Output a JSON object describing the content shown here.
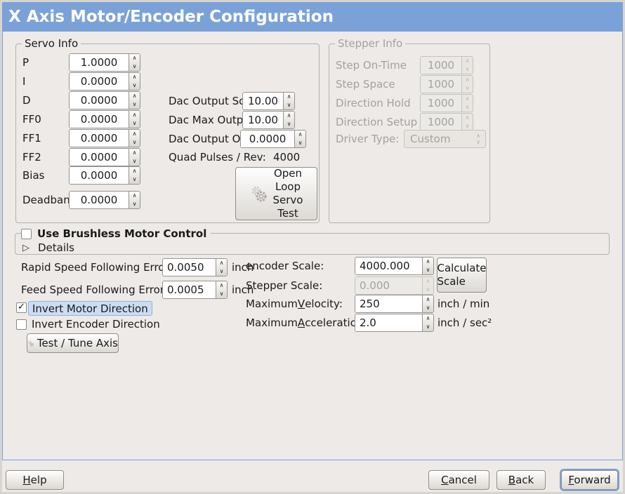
{
  "titlebar": {
    "title": "X Axis Motor/Encoder Configuration"
  },
  "servo": {
    "legend": "Servo Info",
    "rows": [
      {
        "label": "P",
        "value": "1.0000"
      },
      {
        "label": "I",
        "value": "0.0000"
      },
      {
        "label": "D",
        "value": "0.0000"
      },
      {
        "label": "FF0",
        "value": "0.0000"
      },
      {
        "label": "FF1",
        "value": "0.0000"
      },
      {
        "label": "FF2",
        "value": "0.0000"
      },
      {
        "label": "Bias",
        "value": "0.0000"
      },
      {
        "label": "Deadband",
        "value": "0.0000"
      }
    ]
  },
  "dac": {
    "output_scale_label": "Dac Output Scale:",
    "output_scale_value": "10.00",
    "max_output_label": "Dac Max Output:",
    "max_output_value": "10.00",
    "output_offset_label": "Dac Output Offset:",
    "output_offset_value": "0.0000",
    "quad_pulses_label": "Quad Pulses / Rev:",
    "quad_pulses_value": "4000",
    "open_loop_button": "Open\nLoop\nServo\nTest"
  },
  "stepper": {
    "legend": "Stepper Info",
    "rows": [
      {
        "label": "Step On-Time",
        "value": "1000"
      },
      {
        "label": "Step Space",
        "value": "1000"
      },
      {
        "label": "Direction Hold",
        "value": "1000"
      },
      {
        "label": "Direction Setup",
        "value": "1000"
      }
    ],
    "driver_type_label": "Driver Type:",
    "driver_type_value": "Custom"
  },
  "brushless": {
    "checkbox_label": "Use Brushless Motor Control",
    "details_label": "Details"
  },
  "following_error": {
    "rapid_label": "Rapid Speed Following Error:",
    "rapid_value": "0.0050",
    "rapid_unit": "inch",
    "feed_label": "Feed Speed Following Error:",
    "feed_value": "0.0005",
    "feed_unit": "inch"
  },
  "scale": {
    "encoder_label": "encoder Scale:",
    "encoder_value": "4000.000",
    "stepper_label": "Stepper Scale:",
    "stepper_value": "0.000",
    "calculate_button": "Calculate\nScale"
  },
  "motion": {
    "velocity_prefix": "Maximum ",
    "velocity_mnemonic": "V",
    "velocity_rest": "elocity:",
    "velocity_value": "250",
    "velocity_unit": "inch / min",
    "accel_prefix": "Maximum ",
    "accel_mnemonic": "A",
    "accel_rest": "cceleration:",
    "accel_value": "2.0",
    "accel_unit": "inch / sec²"
  },
  "direction": {
    "invert_motor_label": "Invert Motor Direction",
    "invert_encoder_label": "Invert Encoder Direction",
    "test_tune_button": "Test / Tune Axis"
  },
  "footer": {
    "help_mnemonic": "H",
    "help_rest": "elp",
    "cancel_mnemonic": "C",
    "cancel_rest": "ancel",
    "back_mnemonic": "B",
    "back_rest": "ack",
    "forward_mnemonic": "F",
    "forward_rest": "orward"
  },
  "icons": {
    "checkmark": "✓",
    "expander_arrow": "▷",
    "spin_up": "∧",
    "spin_down": "∨",
    "gears": "gears"
  },
  "colors": {
    "titlebar_blue": "#7ba2d8",
    "focus_highlight": "#ccddf2",
    "dialog_bg": "#edeae7"
  }
}
